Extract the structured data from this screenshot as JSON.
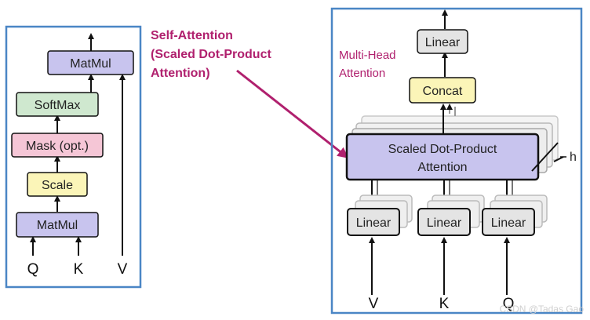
{
  "self_attention": {
    "annotation": [
      "Self-Attention",
      "(Scaled Dot-Product",
      "Attention)"
    ],
    "matmul_top": "MatMul",
    "softmax": "SoftMax",
    "mask": "Mask (opt.)",
    "scale": "Scale",
    "matmul_bottom": "MatMul",
    "inputs": [
      "Q",
      "K",
      "V"
    ]
  },
  "multi_head": {
    "annotation": [
      "Multi-Head",
      "Attention"
    ],
    "linear_top": "Linear",
    "concat": "Concat",
    "sdpa": [
      "Scaled Dot-Product",
      "Attention"
    ],
    "h_label": "h",
    "linears": [
      "Linear",
      "Linear",
      "Linear"
    ],
    "inputs": [
      "V",
      "K",
      "Q"
    ]
  },
  "colors": {
    "frame": "#4a86c5",
    "matmul": "#c8c4ee",
    "softmax": "#cfe8cf",
    "mask": "#f5c6d6",
    "scale": "#fbf5b8",
    "linear": "#e4e4e4",
    "concat": "#fbf5b8",
    "sdpa": "#c8c4ee",
    "annotation": "#b0206e"
  },
  "watermark": "CSDN @Tadas Gao"
}
